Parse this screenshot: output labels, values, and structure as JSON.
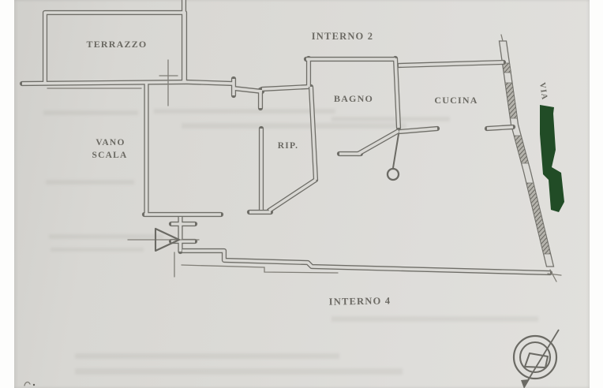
{
  "floor_plan": {
    "labels": {
      "terrazzo": "TERRAZZO",
      "interno_2": "INTERNO 2",
      "bagno": "BAGNO",
      "cucina": "CUCINA",
      "vano_scala_line1": "VANO",
      "vano_scala_line2": "SCALA",
      "rip": "RIP.",
      "interno_4": "INTERNO 4",
      "via": "VIA"
    },
    "icons": {
      "north_arrow": "compass-north-arrow",
      "entrance": "entrance-door-triangle",
      "door_swing": "door-leaf-with-knob",
      "street_redaction": "green-marker-stripe"
    },
    "colors": {
      "paper": "#dbdad6",
      "ink": "#6f6e68",
      "label_text": "#53514a",
      "marker_green": "#16431c"
    }
  }
}
